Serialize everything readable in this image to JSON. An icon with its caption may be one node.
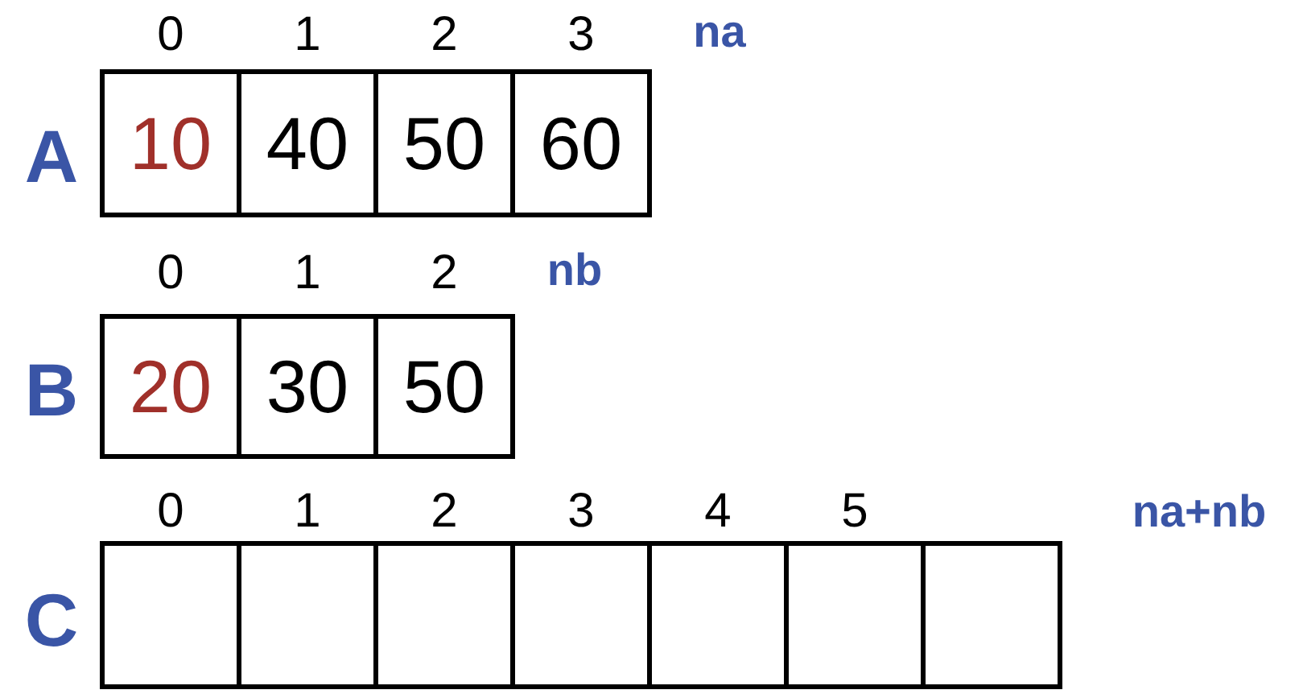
{
  "diagram": {
    "nodes": [
      {
        "text": [
          "10"
        ]
      },
      {
        "text": [
          "40"
        ]
      },
      {
        "text": [
          "50"
        ]
      },
      {
        "text": [
          "60"
        ]
      },
      {
        "text": [
          "20"
        ]
      },
      {
        "text": [
          "30"
        ]
      },
      {
        "text": [
          "50"
        ]
      },
      {
        "text": [],
        "shape": "box"
      },
      {
        "text": [],
        "shape": "box"
      },
      {
        "text": [],
        "shape": "box"
      },
      {
        "text": [],
        "shape": "box"
      },
      {
        "text": [],
        "shape": "box"
      },
      {
        "text": [],
        "shape": "box"
      },
      {
        "text": [],
        "shape": "box"
      }
    ],
    "labels": [
      "0",
      "1",
      "2",
      "3",
      "na",
      "A",
      "0",
      "1",
      "2",
      "nb",
      "B",
      "0",
      "1",
      "2",
      "3",
      "4",
      "5",
      "na+nb",
      "C"
    ]
  }
}
